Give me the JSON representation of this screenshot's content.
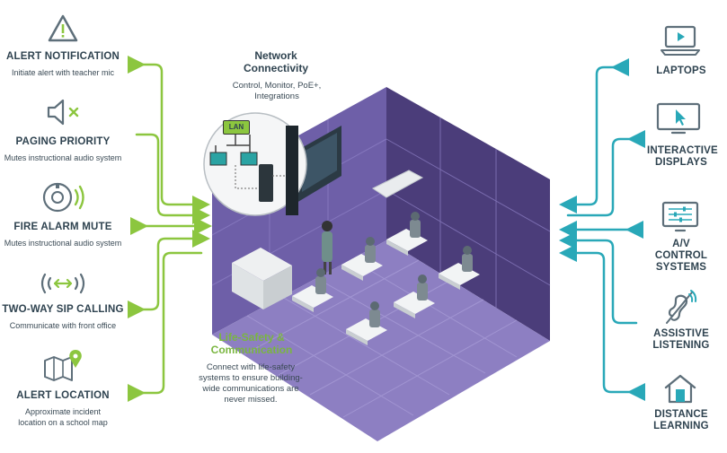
{
  "left_features": [
    {
      "title": "ALERT NOTIFICATION",
      "desc": "Initiate alert with teacher mic",
      "icon": "alert-triangle-icon"
    },
    {
      "title": "PAGING PRIORITY",
      "desc": "Mutes instructional audio system",
      "icon": "speaker-mute-icon"
    },
    {
      "title": "FIRE ALARM MUTE",
      "desc": "Mutes instructional audio system",
      "icon": "fire-bell-icon"
    },
    {
      "title": "TWO-WAY SIP CALLING",
      "desc": "Communicate with front office",
      "icon": "two-way-arrow-icon"
    },
    {
      "title": "ALERT LOCATION",
      "desc": "Approximate incident location on a school map",
      "icon": "map-pin-icon"
    }
  ],
  "right_features": [
    {
      "title": "LAPTOPS",
      "icon": "laptop-icon"
    },
    {
      "title": "INTERACTIVE DISPLAYS",
      "icon": "interactive-display-icon"
    },
    {
      "title": "A/V CONTROL SYSTEMS",
      "icon": "av-control-icon"
    },
    {
      "title": "ASSISTIVE LISTENING",
      "icon": "assistive-listening-icon"
    },
    {
      "title": "DISTANCE LEARNING",
      "icon": "house-icon"
    }
  ],
  "network": {
    "title": "Network Connectivity",
    "desc": "Control, Monitor, PoE+, Integrations",
    "lan_label": "LAN"
  },
  "life_safety": {
    "title": "Life-Safety & Communication",
    "desc": "Connect with life-safety systems to ensure building-wide communications are never missed."
  },
  "colors": {
    "green": "#8cc63f",
    "teal": "#29a8b8",
    "room_dark": "#5a4a8c",
    "floor": "#7d6eb3",
    "wall_right": "#4b3d7a",
    "title_green": "#7ab640",
    "title_blue": "#2f4350"
  }
}
